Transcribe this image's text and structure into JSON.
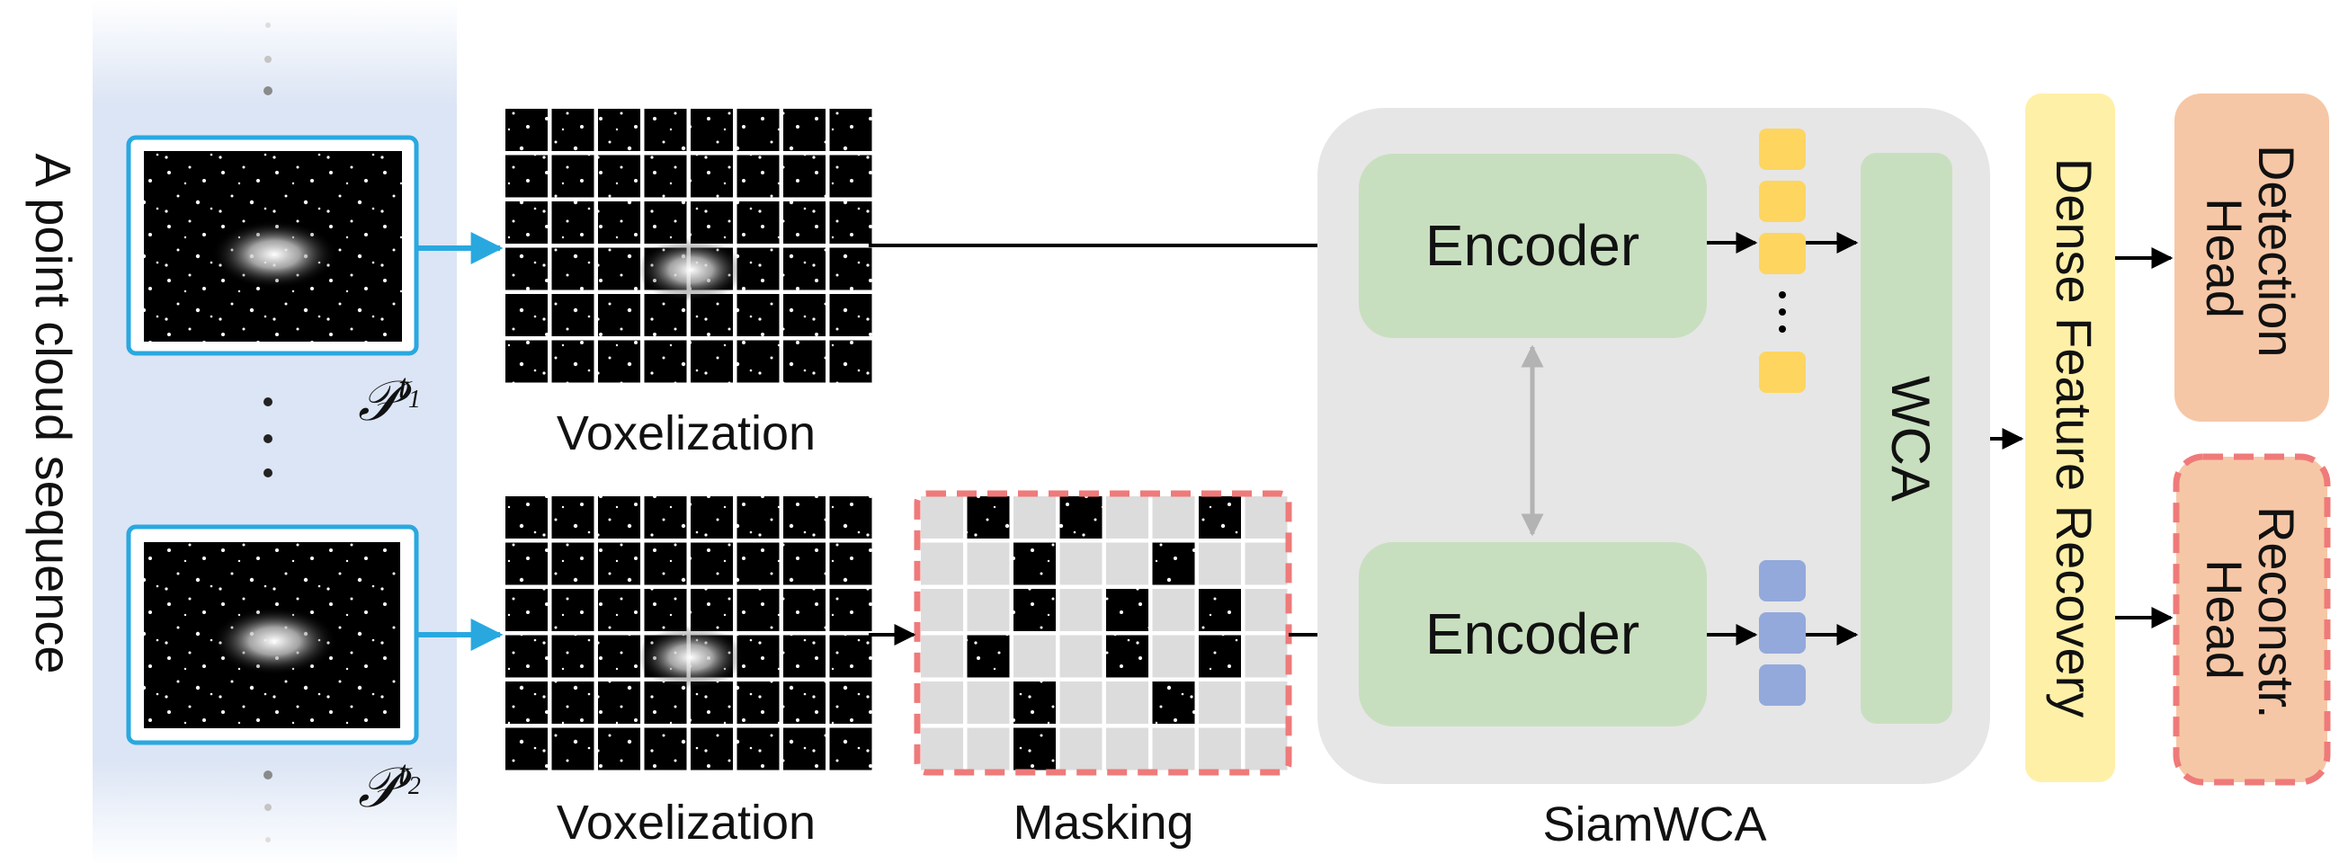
{
  "sequence": {
    "label": "A point cloud sequence",
    "frame1_label_base": "𝒫",
    "frame1_label_sup": "t",
    "frame1_label_sub": "1",
    "frame2_label_base": "𝒫",
    "frame2_label_sup": "t",
    "frame2_label_sub": "2"
  },
  "steps": {
    "voxelization_top": "Voxelization",
    "voxelization_bottom": "Voxelization",
    "masking": "Masking"
  },
  "siamwca": {
    "title": "SiamWCA",
    "encoder_top": "Encoder",
    "encoder_bottom": "Encoder",
    "wca": "WCA",
    "token_ellipsis": "⋮"
  },
  "recovery": {
    "label": "Dense Feature Recovery"
  },
  "heads": {
    "detection": [
      "Detection",
      "Head"
    ],
    "reconstruction": [
      "Reconstr.",
      "Head"
    ]
  },
  "colors": {
    "sequence_band": "#dce5f5",
    "frame_border": "#29a8e0",
    "arrow_blue": "#29a8e0",
    "siamwca_bg": "#e6e6e6",
    "encoder": "#c8dfbf",
    "wca": "#c8dfbf",
    "token_yellow": "#fdd55f",
    "token_blue": "#93a9dc",
    "recovery_bg": "#fff0a8",
    "head_bg": "#f6c7a6",
    "mask_border": "#ef7a7a",
    "mask_cell": "#dcdcdc"
  }
}
